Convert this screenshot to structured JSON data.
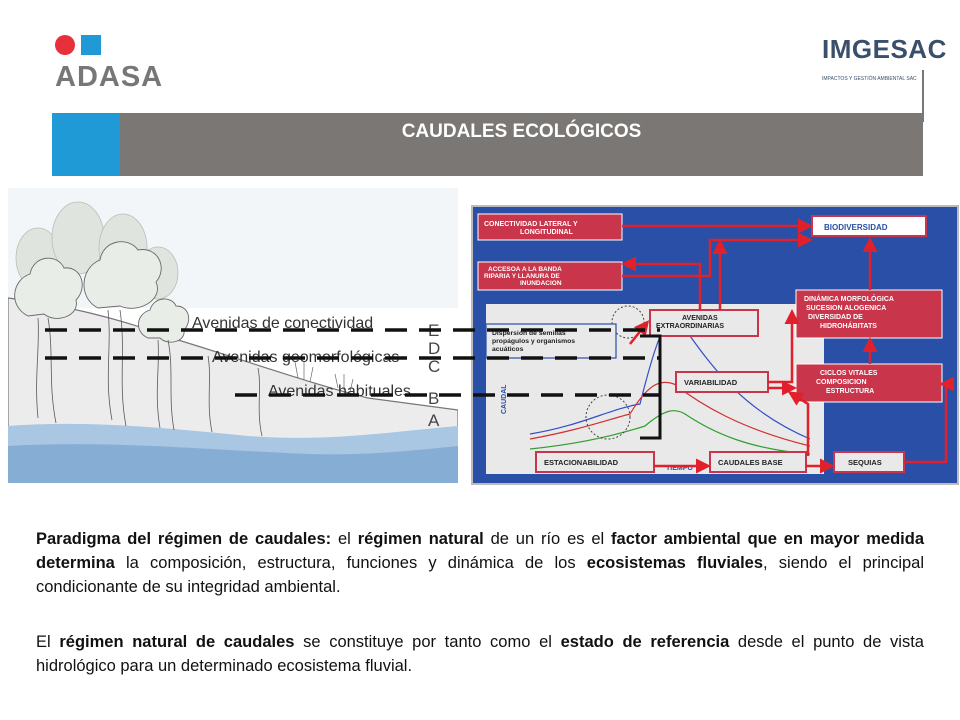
{
  "logos": {
    "adasa": "ADASA",
    "imgesac": "IMGESAC",
    "imgesac_tagline": "IMPACTOS Y GESTIÓN AMBIENTAL SAC"
  },
  "header": {
    "title": "CAUDALES ECOLÓGICOS"
  },
  "illustration": {
    "labels": {
      "conectividad": "Avenidas de conectividad",
      "geomorfologicas": "Avenidas geomorfológicas",
      "habituales": "Avenidas habituales"
    },
    "letters": [
      "E",
      "D",
      "C",
      "B",
      "A"
    ]
  },
  "diagram": {
    "nodes": {
      "conectividad": "CONECTIVIDAD LATERAL Y LONGITUDINAL",
      "acceso": "ACCESOA A LA BANDA RIPARIA Y LLANURA DE INUNDACION",
      "biodiversidad": "BIODIVERSIDAD",
      "dinamica": "DINÁMICA MORFOLÓGICA SUCESION ALOGENICA DIVERSIDAD DE HIDROHÁBITATS",
      "ciclos": "CICLOS VITALES COMPOSICION ESTRUCTURA",
      "dispersion": "Dispersión de semillas propágulos y organismos acuáticos",
      "avenidas": "AVENIDAS EXTRAORDINARIAS",
      "variabilidad": "VARIABILIDAD",
      "estacionalidad": "ESTACIONABILIDAD",
      "caudales_base": "CAUDALES BASE",
      "sequias": "SEQUIAS"
    },
    "axis_y": "CAUDAL",
    "axis_x": "TIEMPO",
    "colors": {
      "panel": "#2a4fa6",
      "box": "#c9354a",
      "arrow": "#e0202a",
      "chart_bg": "#e8e8e8"
    }
  },
  "body": {
    "p1": [
      {
        "t": "Paradigma del régimen de caudales:",
        "b": true
      },
      {
        "t": " el ",
        "b": false
      },
      {
        "t": "régimen natural",
        "b": true
      },
      {
        "t": " de un río es el ",
        "b": false
      },
      {
        "t": "factor ambiental que en mayor medida determina",
        "b": true
      },
      {
        "t": " la composición, estructura, funciones y dinámica de los ",
        "b": false
      },
      {
        "t": "ecosistemas fluviales",
        "b": true
      },
      {
        "t": ", siendo el principal condicionante de su integridad ambiental.",
        "b": false
      }
    ],
    "p2": [
      {
        "t": "El ",
        "b": false
      },
      {
        "t": "régimen natural de caudales",
        "b": true
      },
      {
        "t": " se constituye por tanto como el ",
        "b": false
      },
      {
        "t": "estado de referencia",
        "b": true
      },
      {
        "t": " desde el punto de vista hidrológico para un determinado ecosistema fluvial.",
        "b": false
      }
    ]
  }
}
